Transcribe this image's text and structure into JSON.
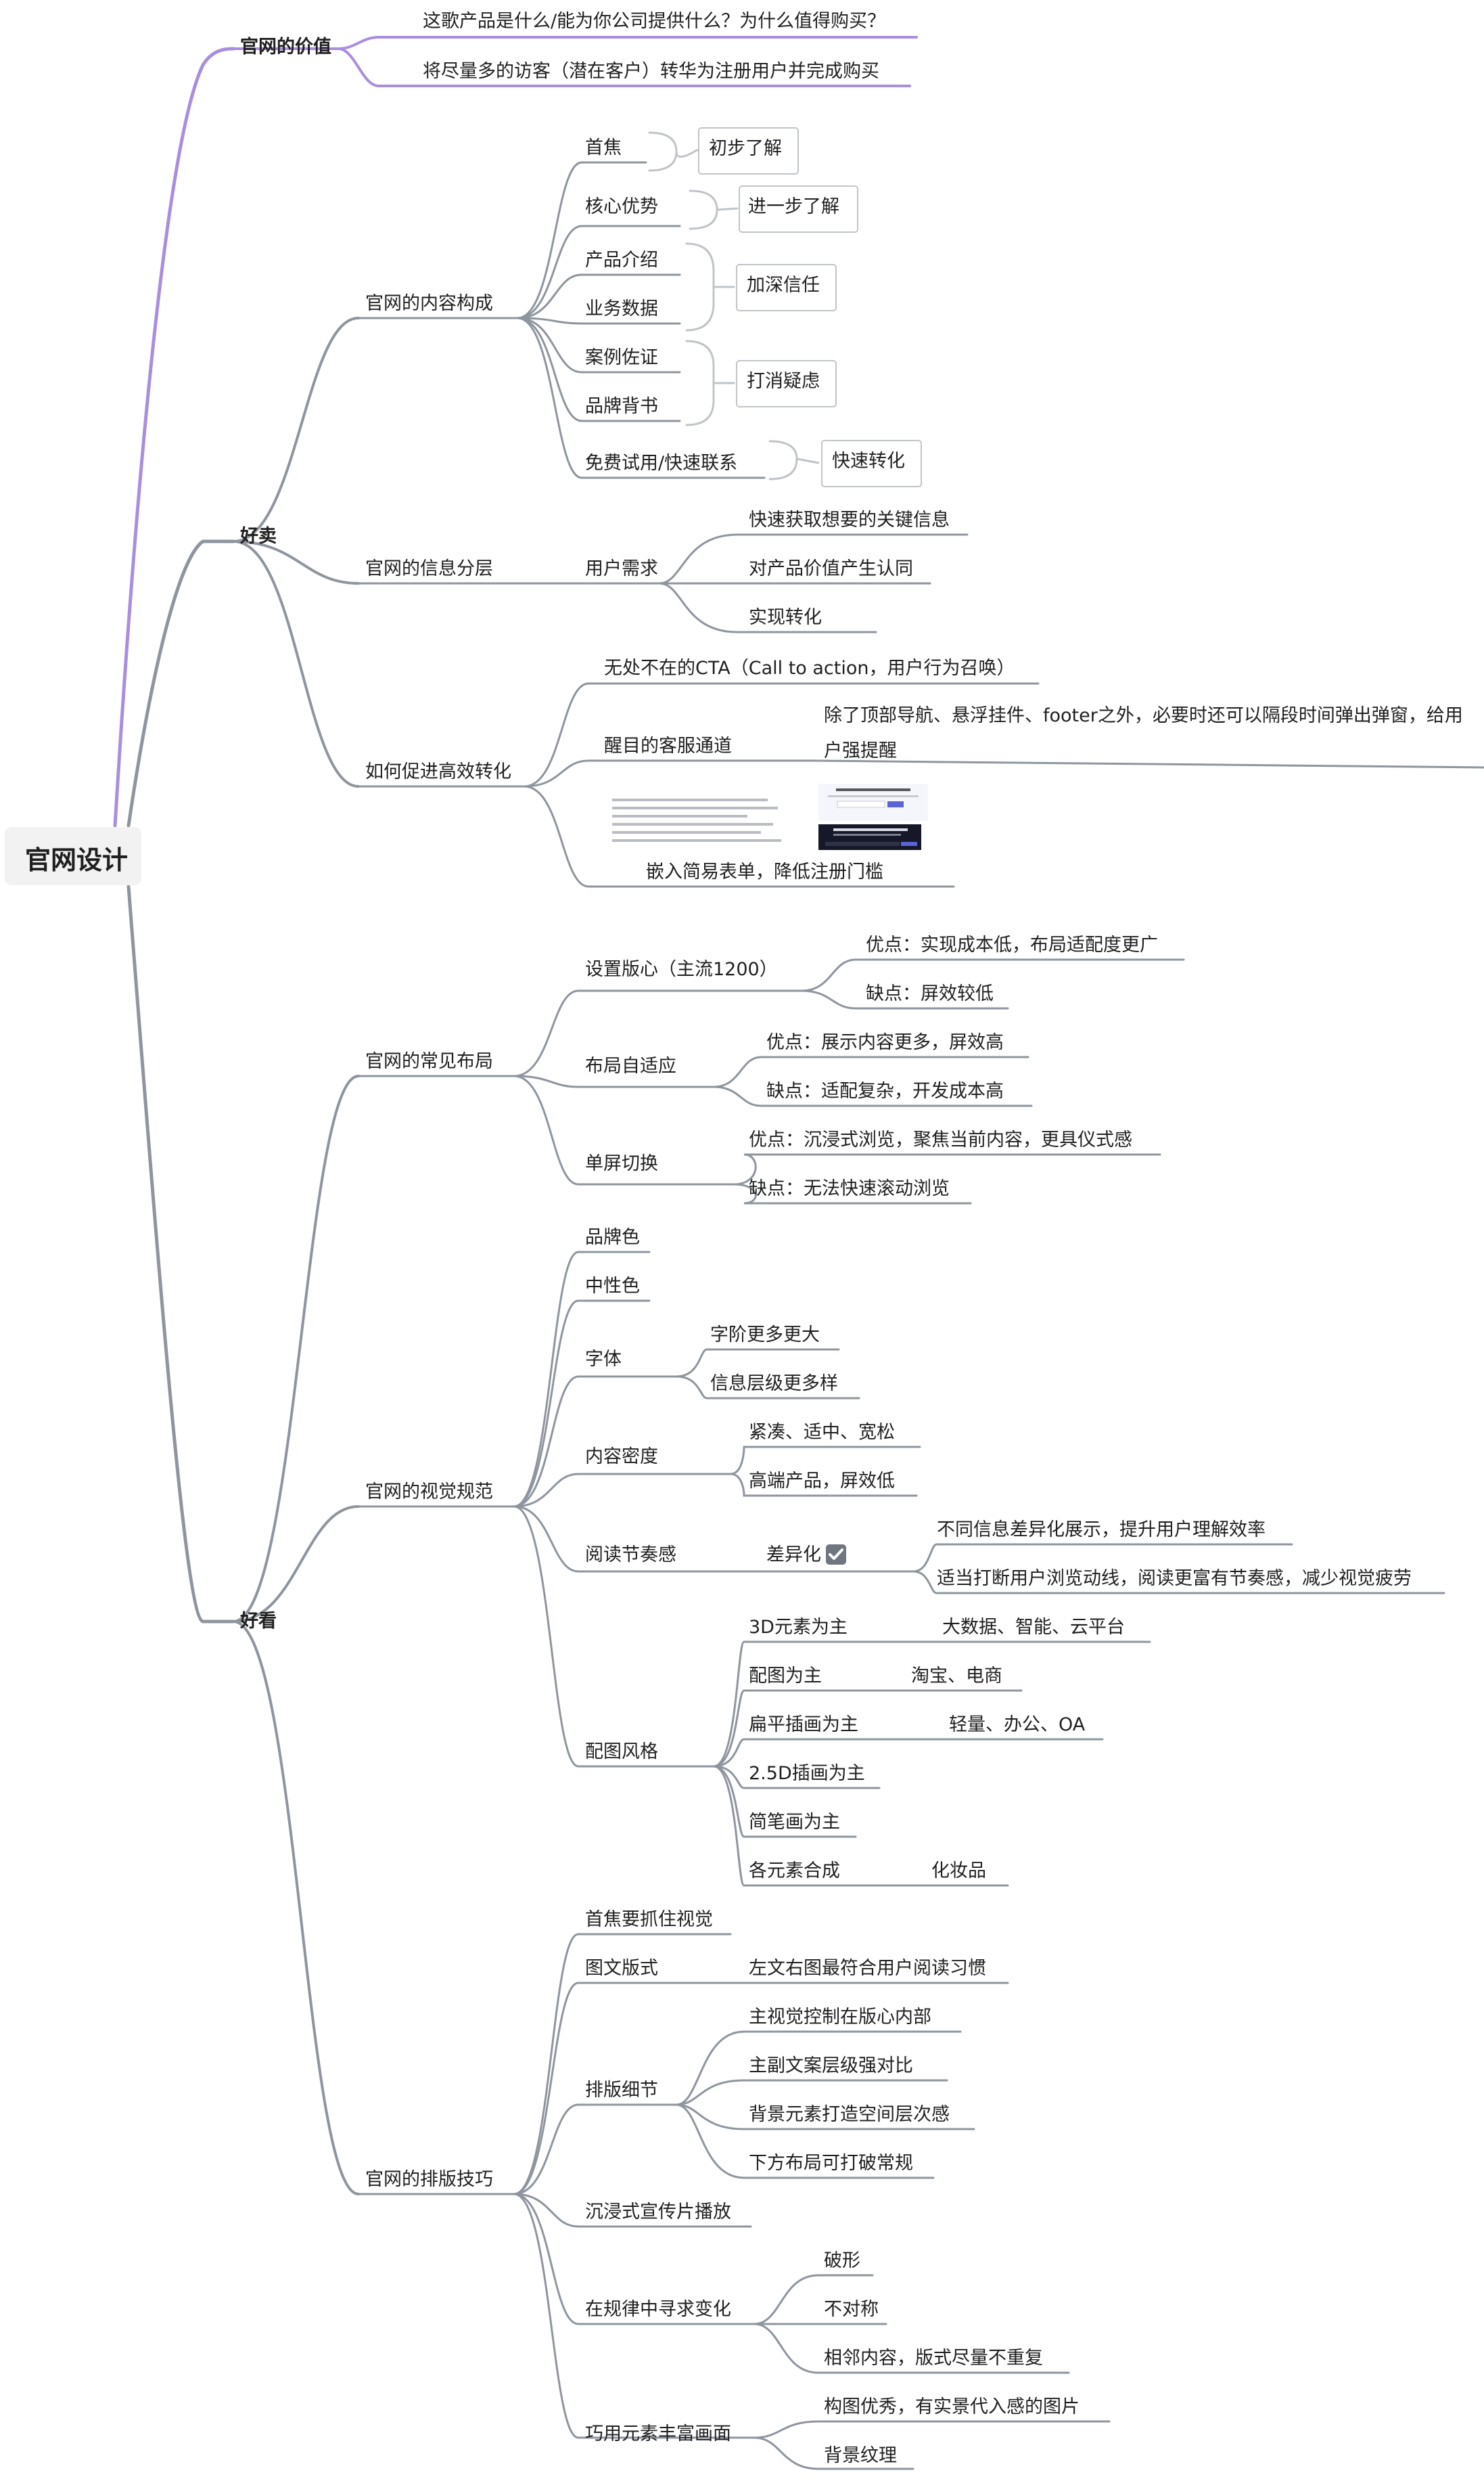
{
  "root": "官网设计",
  "value": {
    "title": "官网的价值",
    "items": [
      "这歌产品是什么/能为你公司提供什么？为什么值得购买？",
      "将尽量多的访客（潜在客户）转华为注册用户并完成购买"
    ]
  },
  "sell": {
    "title": "好卖",
    "content": {
      "title": "官网的内容构成",
      "items": [
        "首焦",
        "核心优势",
        "产品介绍",
        "业务数据",
        "案例佐证",
        "品牌背书",
        "免费试用/快速联系"
      ],
      "summaries": [
        "初步了解",
        "进一步了解",
        "加深信任",
        "打消疑虑",
        "快速转化"
      ]
    },
    "layers": {
      "title": "官网的信息分层",
      "need": "用户需求",
      "items": [
        "快速获取想要的关键信息",
        "对产品价值产生认同",
        "实现转化"
      ]
    },
    "convert": {
      "title": "如何促进高效转化",
      "cta": "无处不在的CTA（Call to action，用户行为召唤）",
      "service": "醒目的客服通道",
      "service_note": "除了顶部导航、悬浮挂件、footer之外，必要时还可以隔段时间弹出弹窗，给用户强提醒",
      "form": "嵌入简易表单，降低注册门槛"
    }
  },
  "look": {
    "title": "好看",
    "layout": {
      "title": "官网的常见布局",
      "fixed": "设置版心（主流1200）",
      "fixed_items": [
        "优点：实现成本低，布局适配度更广",
        "缺点：屏效较低"
      ],
      "adaptive": "布局自适应",
      "adaptive_items": [
        "优点：展示内容更多，屏效高",
        "缺点：适配复杂，开发成本高"
      ],
      "single": "单屏切换",
      "single_items": [
        "优点：沉浸式浏览，聚焦当前内容，更具仪式感",
        "缺点：无法快速滚动浏览"
      ]
    },
    "visual": {
      "title": "官网的视觉规范",
      "brand": "品牌色",
      "neutral": "中性色",
      "font": "字体",
      "font_items": [
        "字阶更多更大",
        "信息层级更多样"
      ],
      "density": "内容密度",
      "density_items": [
        "紧凑、适中、宽松",
        "高端产品，屏效低"
      ],
      "rhythm": "阅读节奏感",
      "diff": "差异化",
      "diff_items": [
        "不同信息差异化展示，提升用户理解效率",
        "适当打断用户浏览动线，阅读更富有节奏感，减少视觉疲劳"
      ],
      "illus": "配图风格",
      "illus_items": [
        {
          "label": "3D元素为主",
          "note": "大数据、智能、云平台"
        },
        {
          "label": "配图为主",
          "note": "淘宝、电商"
        },
        {
          "label": "扁平插画为主",
          "note": "轻量、办公、OA"
        },
        {
          "label": "2.5D插画为主",
          "note": ""
        },
        {
          "label": "简笔画为主",
          "note": ""
        },
        {
          "label": "各元素合成",
          "note": "化妆品"
        }
      ]
    },
    "typeset": {
      "title": "官网的排版技巧",
      "focus": "首焦要抓住视觉",
      "imgtext": "图文版式",
      "imgtext_item": "左文右图最符合用户阅读习惯",
      "detail": "排版细节",
      "detail_items": [
        "主视觉控制在版心内部",
        "主副文案层级强对比",
        "背景元素打造空间层次感",
        "下方布局可打破常规"
      ],
      "video": "沉浸式宣传片播放",
      "vary": "在规律中寻求变化",
      "vary_items": [
        "破形",
        "不对称",
        "相邻内容，版式尽量不重复"
      ],
      "rich": "巧用元素丰富画面",
      "rich_items": [
        "构图优秀，有实景代入感的图片",
        "背景纹理"
      ]
    }
  },
  "colors": {
    "branch_value": "#a98ee0",
    "branch_gray": "#8e959e",
    "summary": "#c0c4c9",
    "check": "#6f7680"
  }
}
